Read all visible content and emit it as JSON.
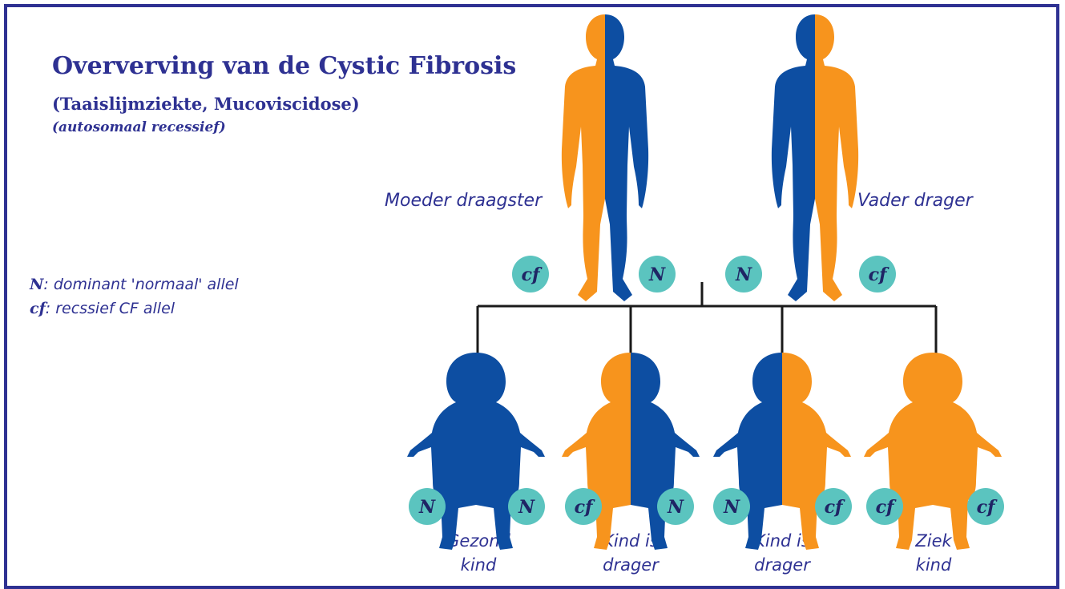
{
  "title": "Oververving van de Cystic Fibrosis",
  "subtitle": "(Taaislijmziekte, Mucoviscidose)",
  "subtitle2": "(autosomaal recessief)",
  "legend": {
    "n_symbol": "N",
    "n_desc": ": dominant 'normaal' allel",
    "cf_symbol": "cf",
    "cf_desc": ": recssief CF allel"
  },
  "parents": {
    "mother_label": "Moeder draagster",
    "father_label": "Vader drager",
    "mother_alleles": [
      "cf",
      "N"
    ],
    "father_alleles": [
      "N",
      "cf"
    ]
  },
  "children": [
    {
      "line1": "Gezond",
      "line2": "kind",
      "alleles": [
        "N",
        "N"
      ]
    },
    {
      "line1": "Kind is",
      "line2": "drager",
      "alleles": [
        "cf",
        "N"
      ]
    },
    {
      "line1": "Kind is",
      "line2": "drager",
      "alleles": [
        "N",
        "cf"
      ]
    },
    {
      "line1": "Ziek",
      "line2": "kind",
      "alleles": [
        "cf",
        "cf"
      ]
    }
  ],
  "colors": {
    "normal": "#0d4ea2",
    "cf": "#f7941d",
    "allele_circle": "#5bc4bf",
    "text": "#2e3192",
    "frame": "#2e3192"
  }
}
